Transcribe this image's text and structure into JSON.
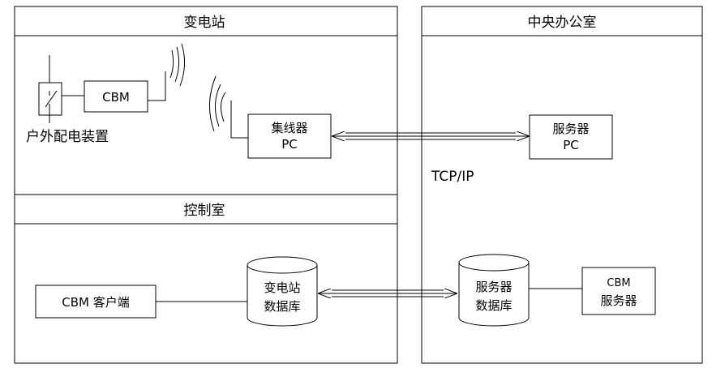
{
  "substation": {
    "title": "变电站"
  },
  "control_room": {
    "title": "控制室"
  },
  "central_office": {
    "title": "中央办公室"
  },
  "outdoor_device": {
    "label": "户外配电装置"
  },
  "cbm_unit": {
    "label": "CBM"
  },
  "concentrator_pc": {
    "line1": "集线器",
    "line2": "PC"
  },
  "server_pc": {
    "line1": "服务器",
    "line2": "PC"
  },
  "network": {
    "protocol": "TCP/IP"
  },
  "cbm_client": {
    "label": "CBM 客户端"
  },
  "substation_db": {
    "line1": "变电站",
    "line2": "数据库"
  },
  "server_db": {
    "line1": "服务器",
    "line2": "数据库"
  },
  "cbm_server": {
    "line1": "CBM",
    "line2": "服务器"
  }
}
